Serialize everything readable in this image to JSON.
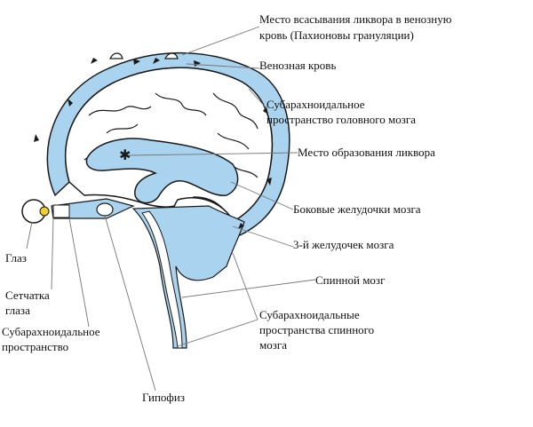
{
  "colors": {
    "csf": "#a9d3ee",
    "csf_dark": "#2c6ea6",
    "outline": "#1a1a1a",
    "leader": "#777777",
    "eye_iris": "#f0cf2c"
  },
  "icons": [
    "star-icon",
    "flow-arrow-icon"
  ],
  "labels": {
    "absorption_line1": "Место всасывания ликвора в венозную",
    "absorption_line2": "кровь (Пахионовы грануляции)",
    "venous_blood": "Венозная кровь",
    "subarachnoid_brain_line1": "Субарахноидальное",
    "subarachnoid_brain_line2": "пространство головного мозга",
    "csf_formation": "Место образования ликвора",
    "lateral_ventricles": "Боковые желудочки мозга",
    "third_ventricle": "3-й желудочек мозга",
    "spinal_cord": "Спинной мозг",
    "spinal_sub_line1": "Субарахноидальные",
    "spinal_sub_line2": "пространства спинного",
    "spinal_sub_line3": "мозга",
    "eye": "Глаз",
    "retina_line1": "Сетчатка",
    "retina_line2": "глаза",
    "subarachnoid_space_line1": "Субарахноидальное",
    "subarachnoid_space_line2": "пространство",
    "pituitary": "Гипофиз"
  }
}
